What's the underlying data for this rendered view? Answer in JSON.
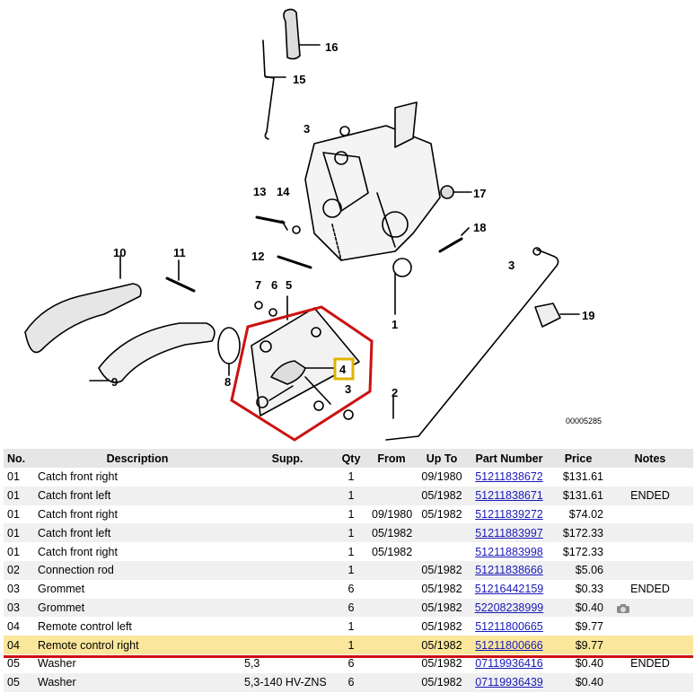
{
  "diagram": {
    "image_code": "00005285",
    "callouts": [
      "16",
      "15",
      "3",
      "13",
      "14",
      "17",
      "18",
      "10",
      "11",
      "12",
      "7",
      "6",
      "5",
      "4",
      "8",
      "9",
      "1",
      "2",
      "3",
      "19",
      "3"
    ]
  },
  "table": {
    "headers": [
      "No.",
      "Description",
      "Supp.",
      "Qty",
      "From",
      "Up To",
      "Part Number",
      "Price",
      "Notes"
    ],
    "rows": [
      {
        "no": "01",
        "desc": "Catch front right",
        "supp": "",
        "qty": "1",
        "from": "",
        "upto": "09/1980",
        "pn": "51211838672",
        "price": "$131.61",
        "notes": ""
      },
      {
        "no": "01",
        "desc": "Catch front left",
        "supp": "",
        "qty": "1",
        "from": "",
        "upto": "05/1982",
        "pn": "51211838671",
        "price": "$131.61",
        "notes": "ENDED"
      },
      {
        "no": "01",
        "desc": "Catch front right",
        "supp": "",
        "qty": "1",
        "from": "09/1980",
        "upto": "05/1982",
        "pn": "51211839272",
        "price": "$74.02",
        "notes": ""
      },
      {
        "no": "01",
        "desc": "Catch front left",
        "supp": "",
        "qty": "1",
        "from": "05/1982",
        "upto": "",
        "pn": "51211883997",
        "price": "$172.33",
        "notes": ""
      },
      {
        "no": "01",
        "desc": "Catch front right",
        "supp": "",
        "qty": "1",
        "from": "05/1982",
        "upto": "",
        "pn": "51211883998",
        "price": "$172.33",
        "notes": ""
      },
      {
        "no": "02",
        "desc": "Connection rod",
        "supp": "",
        "qty": "1",
        "from": "",
        "upto": "05/1982",
        "pn": "51211838666",
        "price": "$5.06",
        "notes": ""
      },
      {
        "no": "03",
        "desc": "Grommet",
        "supp": "",
        "qty": "6",
        "from": "",
        "upto": "05/1982",
        "pn": "51216442159",
        "price": "$0.33",
        "notes": "ENDED"
      },
      {
        "no": "03",
        "desc": "Grommet",
        "supp": "",
        "qty": "6",
        "from": "",
        "upto": "05/1982",
        "pn": "52208238999",
        "price": "$0.40",
        "notes": ""
      },
      {
        "no": "04",
        "desc": "Remote control left",
        "supp": "",
        "qty": "1",
        "from": "",
        "upto": "05/1982",
        "pn": "51211800665",
        "price": "$9.77",
        "notes": ""
      },
      {
        "no": "04",
        "desc": "Remote control right",
        "supp": "",
        "qty": "1",
        "from": "",
        "upto": "05/1982",
        "pn": "51211800666",
        "price": "$9.77",
        "notes": ""
      },
      {
        "no": "05",
        "desc": "Washer",
        "supp": "5,3",
        "qty": "6",
        "from": "",
        "upto": "05/1982",
        "pn": "07119936416",
        "price": "$0.40",
        "notes": "ENDED"
      },
      {
        "no": "05",
        "desc": "Washer",
        "supp": "5,3-140 HV-ZNS",
        "qty": "6",
        "from": "",
        "upto": "05/1982",
        "pn": "07119936439",
        "price": "$0.40",
        "notes": ""
      }
    ]
  },
  "icons": {
    "camera_row": 7,
    "camera_icon": "camera-icon"
  },
  "colors": {
    "highlight_row": "#fbe79b",
    "alt_row": "#f0f0f0",
    "header_bg": "#e6e6e6",
    "link": "#1a1ab8",
    "red_marker": "#cc1111",
    "callout_box": "#e0b400"
  },
  "highlighted_row": 9
}
